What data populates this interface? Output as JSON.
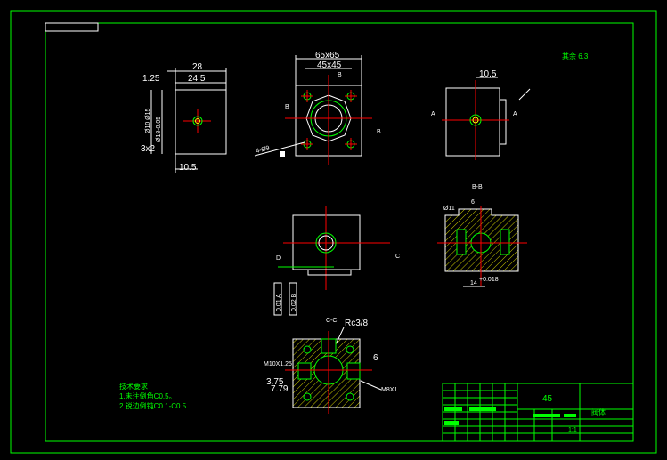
{
  "colors": {
    "background": "#000000",
    "border": "#00ff00",
    "part_outline": "#ffffff",
    "center_line": "#ff0000",
    "dimension": "#ffffff",
    "hatch": "#ffff00",
    "hole": "#00ff00",
    "title_block": "#00ff00"
  },
  "view_left": {
    "dims": {
      "width_28": "28",
      "width_24_5": "24.5",
      "top_1_25": "1.25",
      "dia_18": "Ø18-0.05",
      "dia_side": "Ø10 Ø15",
      "bottom_3x2": "3x2",
      "offset_10_5": "10.5"
    }
  },
  "view_front": {
    "dims": {
      "outer": "65x65",
      "inner": "45x45",
      "label_b": "B",
      "hole_callout": "4-Ø9"
    }
  },
  "view_right": {
    "dims": {
      "offset": "10.5",
      "label_a": "A"
    }
  },
  "roughness_note": "其余 6.3",
  "view_bottom": {
    "labels": {
      "label_d": "D",
      "label_c": "C",
      "tolerance_box_1": "0.01 A",
      "tolerance_box_2": "0.02 B"
    }
  },
  "section_bb": {
    "labels": {
      "title": "B-B",
      "dia_callout": "Ø11",
      "dim_6": "6",
      "dim_14": "14",
      "tol": "+0.018"
    }
  },
  "section_cc": {
    "labels": {
      "title": "C-C",
      "thread": "Rc3/8",
      "m10": "M10X1.25",
      "dim_6": "6",
      "dim_375": "3.75",
      "dim_779": "7.79",
      "m8": "M8X1"
    }
  },
  "notes": {
    "heading": "技术要求",
    "line1": "1.未注倒角C0.5。",
    "line2": "2.锐边倒钝C0.1-C0.5"
  },
  "title_block": {
    "material": "45",
    "part_name": "阀体",
    "scale": "1:1"
  }
}
